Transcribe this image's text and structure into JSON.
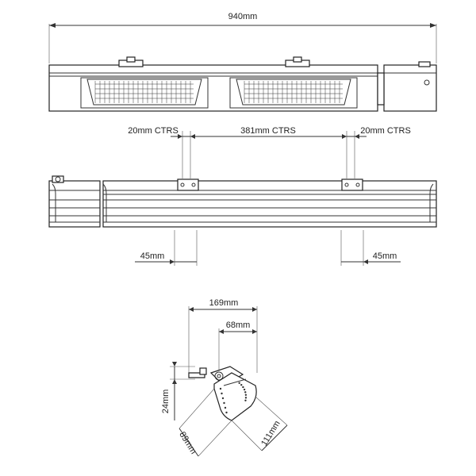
{
  "top_view": {
    "overall_length": "940mm"
  },
  "side_view": {
    "left_bracket_ctrs": "20mm CTRS",
    "middle_ctrs": "381mm CTRS",
    "right_bracket_ctrs": "20mm CTRS",
    "left_offset": "45mm",
    "right_offset": "45mm"
  },
  "end_view": {
    "width_overall": "169mm",
    "width_inner": "68mm",
    "height_offset": "24mm",
    "depth_a": "89mm",
    "depth_b": "111mm"
  }
}
